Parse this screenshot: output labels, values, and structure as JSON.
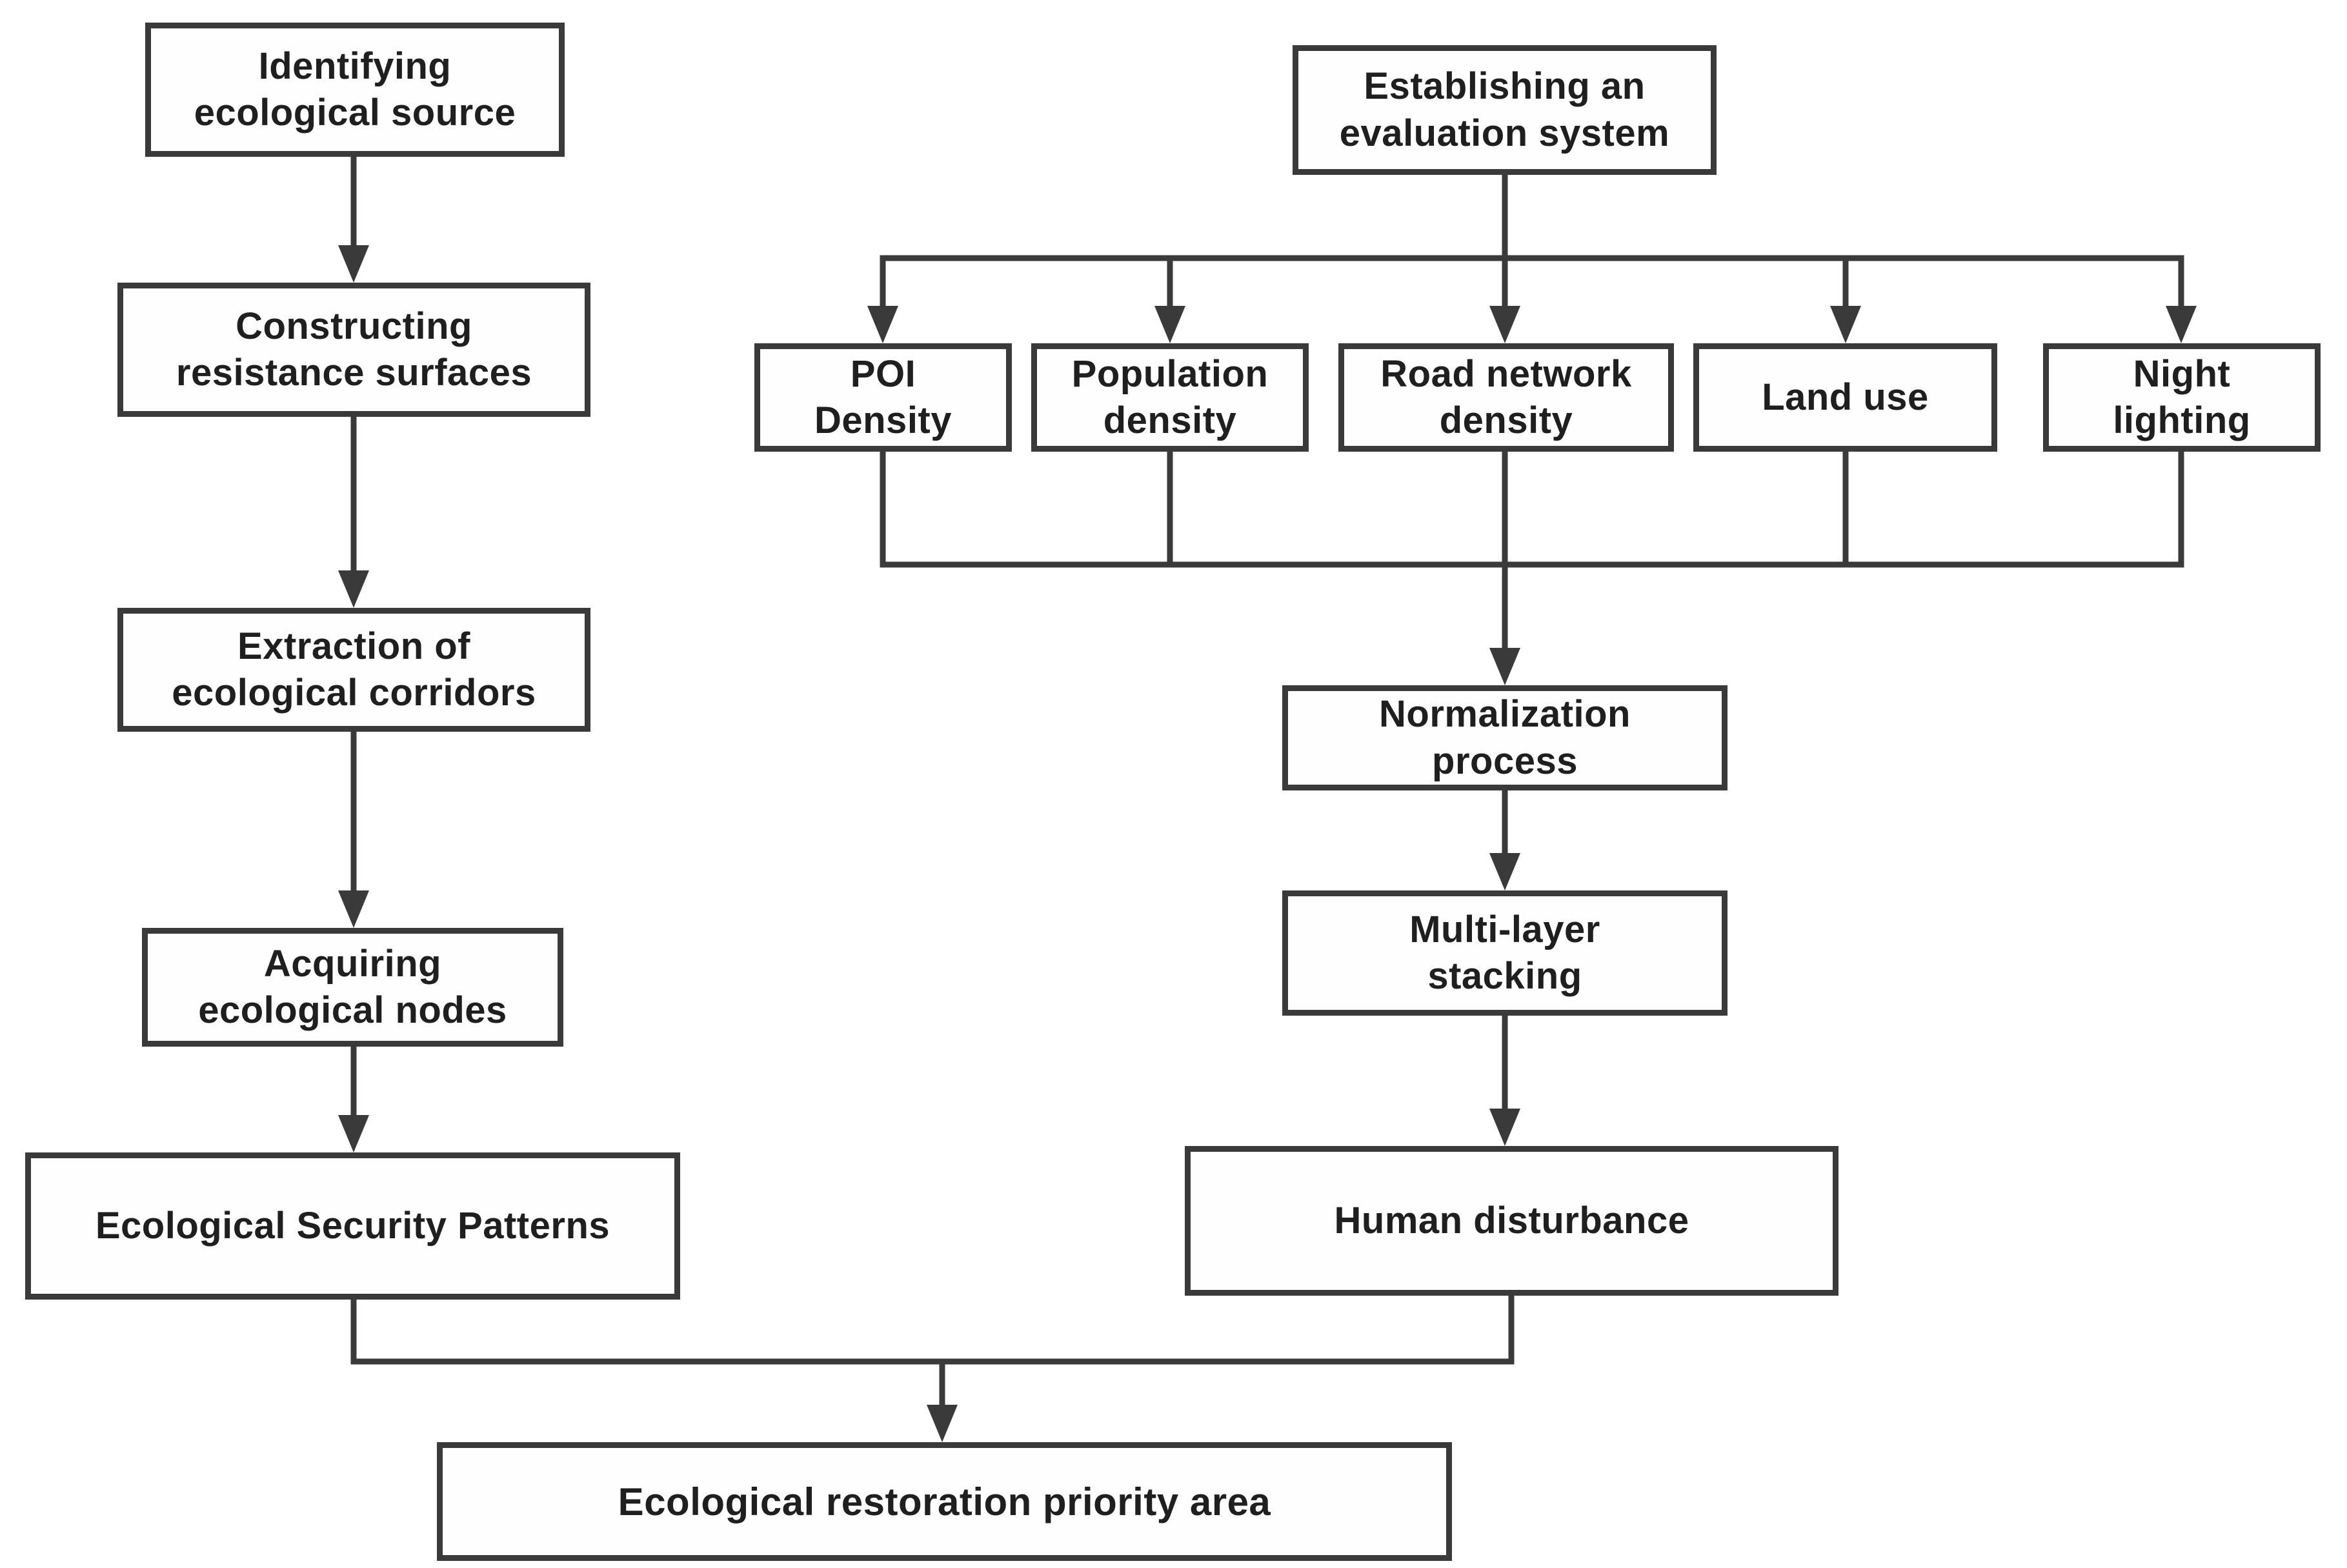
{
  "style": {
    "line_color": "#3a3a3a",
    "text_color": "#1f1f1f",
    "box_background": "#fefefe",
    "page_background": "#ffffff"
  },
  "nodes": {
    "identifying_ecological_source": {
      "label": "Identifying\necological source"
    },
    "constructing_resistance_surfaces": {
      "label": "Constructing\nresistance surfaces"
    },
    "extraction_of_ecological_corridors": {
      "label": "Extraction of\necological corridors"
    },
    "acquiring_ecological_nodes": {
      "label": "Acquiring\necological nodes"
    },
    "ecological_security_patterns": {
      "label": "Ecological Security Patterns"
    },
    "establishing_an_evaluation_system": {
      "label": "Establishing an\nevaluation system"
    },
    "poi_density": {
      "label": "POI\nDensity"
    },
    "population_density": {
      "label": "Population\ndensity"
    },
    "road_network_density": {
      "label": "Road network\ndensity"
    },
    "land_use": {
      "label": "Land use"
    },
    "night_lighting": {
      "label": "Night\nlighting"
    },
    "normalization_process": {
      "label": "Normalization\nprocess"
    },
    "multi_layer_stacking": {
      "label": "Multi-layer\nstacking"
    },
    "human_disturbance": {
      "label": "Human disturbance"
    },
    "ecological_restoration_priority_area": {
      "label": "Ecological restoration priority area"
    }
  },
  "edges": [
    {
      "from": "identifying_ecological_source",
      "to": "constructing_resistance_surfaces"
    },
    {
      "from": "constructing_resistance_surfaces",
      "to": "extraction_of_ecological_corridors"
    },
    {
      "from": "extraction_of_ecological_corridors",
      "to": "acquiring_ecological_nodes"
    },
    {
      "from": "acquiring_ecological_nodes",
      "to": "ecological_security_patterns"
    },
    {
      "from": "establishing_an_evaluation_system",
      "to": "poi_density"
    },
    {
      "from": "establishing_an_evaluation_system",
      "to": "population_density"
    },
    {
      "from": "establishing_an_evaluation_system",
      "to": "road_network_density"
    },
    {
      "from": "establishing_an_evaluation_system",
      "to": "land_use"
    },
    {
      "from": "establishing_an_evaluation_system",
      "to": "night_lighting"
    },
    {
      "from": "poi_density",
      "to": "normalization_process"
    },
    {
      "from": "population_density",
      "to": "normalization_process"
    },
    {
      "from": "road_network_density",
      "to": "normalization_process"
    },
    {
      "from": "land_use",
      "to": "normalization_process"
    },
    {
      "from": "night_lighting",
      "to": "normalization_process"
    },
    {
      "from": "normalization_process",
      "to": "multi_layer_stacking"
    },
    {
      "from": "multi_layer_stacking",
      "to": "human_disturbance"
    },
    {
      "from": "ecological_security_patterns",
      "to": "ecological_restoration_priority_area"
    },
    {
      "from": "human_disturbance",
      "to": "ecological_restoration_priority_area"
    }
  ]
}
